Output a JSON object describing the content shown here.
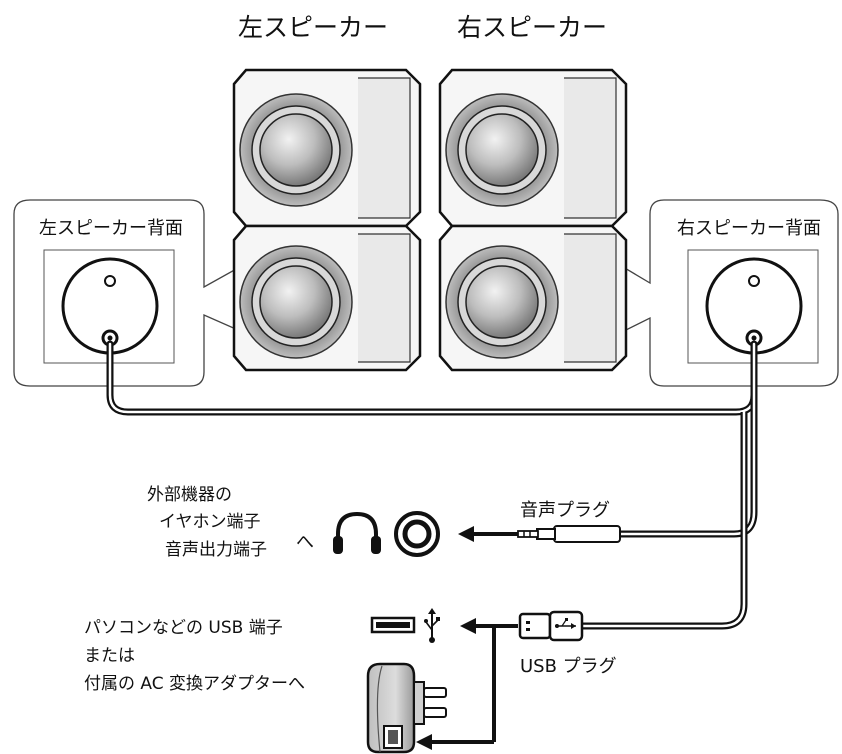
{
  "speakers": {
    "left_title": "左スピーカー",
    "right_title": "右スピーカー"
  },
  "back_panels": {
    "left_label": "左スピーカー背面",
    "right_label": "右スピーカー背面"
  },
  "audio": {
    "plug_label": "音声プラグ",
    "destination_lines": [
      "外部機器の",
      "イヤホン端子",
      "音声出力端子"
    ],
    "arrow_word": "へ"
  },
  "usb": {
    "plug_label": "USB プラグ",
    "destination_lines": [
      "パソコンなどの USB 端子",
      "または",
      "付属の AC 変換アダプターへ"
    ]
  },
  "icons": [
    "headphones-icon",
    "audio-jack-icon",
    "usb-port-icon",
    "usb-symbol-icon",
    "ac-adapter-icon",
    "audio-plug-icon",
    "usb-plug-icon"
  ]
}
